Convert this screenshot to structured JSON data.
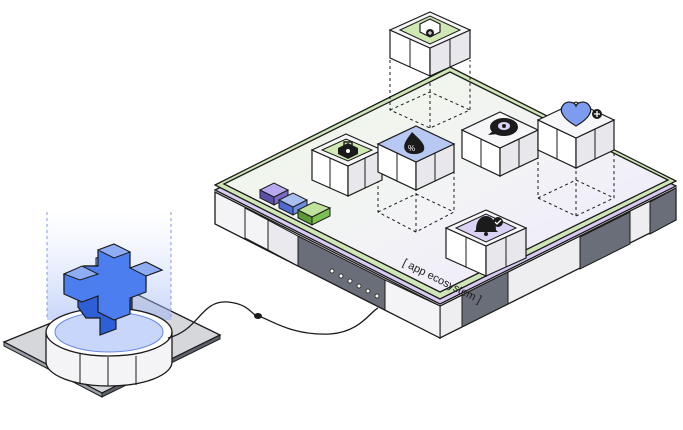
{
  "platform": {
    "label": "[ app ecosystem ]",
    "port_dots": 6
  },
  "app_tiles": [
    {
      "id": "shopping",
      "icon": "shopping-bag-icon",
      "accent": "#cfe8b4"
    },
    {
      "id": "wellness",
      "icon": "drop-percent-icon",
      "accent": "#b7c9f2"
    },
    {
      "id": "chat",
      "icon": "chat-bubble-icon",
      "accent": "#ffffff"
    },
    {
      "id": "health",
      "icon": "heart-plus-icon",
      "accent": "#ffffff"
    },
    {
      "id": "alerts",
      "icon": "bell-check-icon",
      "accent": "#dcd2f5"
    },
    {
      "id": "account",
      "icon": "lock-user-icon",
      "accent": "#cfe8b4"
    }
  ],
  "mini_blocks": [
    {
      "id": "purple",
      "color": "#b9a9ee"
    },
    {
      "id": "blue",
      "color": "#a9bff2"
    },
    {
      "id": "green",
      "color": "#bfe39a"
    }
  ],
  "hub": {
    "icon": "medical-cross-icon",
    "color": "#4d7ef0"
  },
  "colors": {
    "outline": "#1b1b1b",
    "platform_top": "#f2f2f5",
    "green_edge": "#cfe6b8",
    "purple_edge": "#cbbff3",
    "side_light": "#f5f5f7",
    "side_dark": "#6a6e78"
  }
}
